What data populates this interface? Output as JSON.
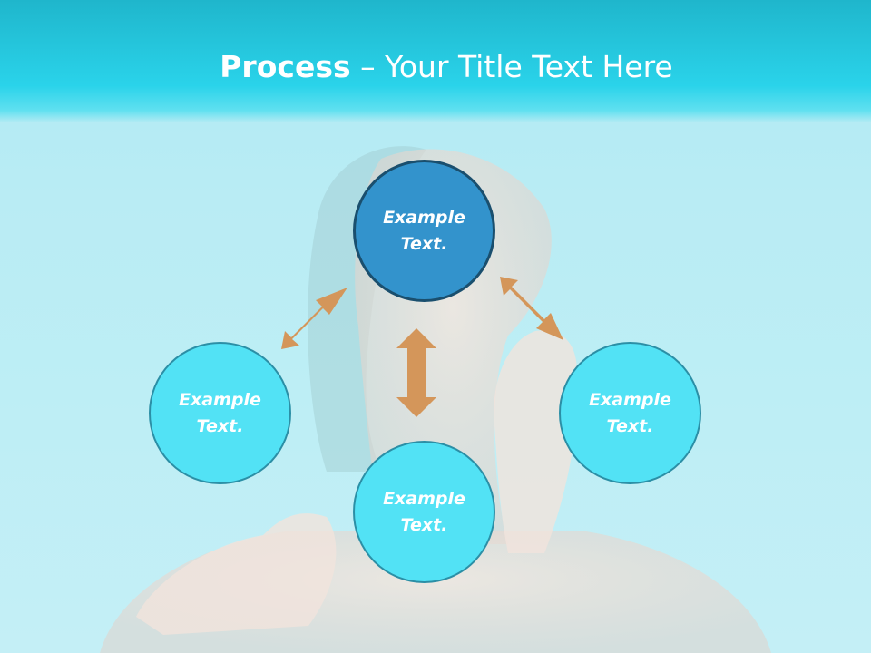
{
  "title": {
    "bold": "Process",
    "rest": " – Your Title Text Here"
  },
  "nodes": {
    "top": "Example\nText.",
    "left": "Example\nText.",
    "right": "Example\nText.",
    "bottom": "Example\nText."
  },
  "colors": {
    "header": "#2ad3ea",
    "main_circle": "#3393cc",
    "side_circle": "#52e2f5",
    "arrow": "#d4965a"
  },
  "icons": {
    "arrow": "double-headed-arrow"
  }
}
